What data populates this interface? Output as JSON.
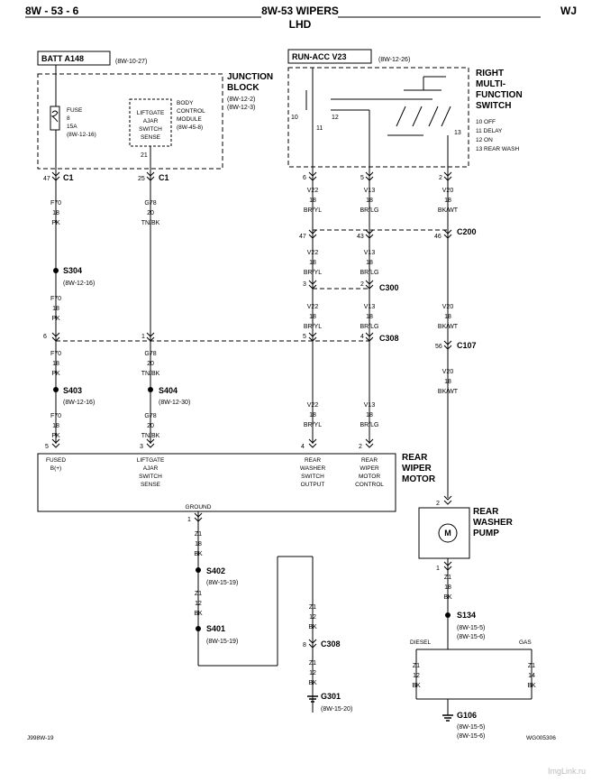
{
  "header": {
    "left": "8W - 53 - 6",
    "center": "8W-53 WIPERS",
    "center_sub": "LHD",
    "right": "WJ"
  },
  "sources": {
    "batt": {
      "label": "BATT A148",
      "ref": "(8W-10-27)"
    },
    "run_acc": {
      "label": "RUN-ACC V23",
      "ref": "(8W-12-26)"
    }
  },
  "junction_block": {
    "title1": "JUNCTION",
    "title2": "BLOCK",
    "ref1": "(8W-12-2)",
    "ref2": "(8W-12-3)",
    "fuse": [
      "FUSE",
      "8",
      "15A",
      "(8W-12-16)"
    ],
    "inner_label": [
      "LIFTGATE",
      "AJAR",
      "SWITCH",
      "SENSE"
    ],
    "bcm": [
      "BODY",
      "CONTROL",
      "MODULE",
      "(8W-45-8)"
    ],
    "pin_inner": "21"
  },
  "switch": {
    "title": [
      "RIGHT",
      "MULTI-",
      "FUNCTION",
      "SWITCH"
    ],
    "modes": [
      "10 OFF",
      "11 DELAY",
      "12 ON",
      "13 REAR WASH"
    ],
    "pins": [
      "10",
      "11",
      "12",
      "13"
    ]
  },
  "connectors": {
    "c1_a": "47",
    "c1_b": "25",
    "c1": "C1",
    "c1_right": "C1",
    "sw_pin_6": "6",
    "sw_pin_5": "5",
    "sw_pin_2": "2",
    "c200": "C200",
    "c200_47": "47",
    "c200_43": "43",
    "c200_46": "46",
    "c300": "C300",
    "c300_3": "3",
    "c300_2": "2",
    "c308": "C308",
    "c308_6": "6",
    "c308_1": "1",
    "c308_5": "5",
    "c308_4": "4",
    "c107": "C107",
    "c107_56": "56",
    "motor_5": "5",
    "motor_3": "3",
    "motor_4": "4",
    "motor_2": "2",
    "motor_gnd_pin": "1",
    "c308_low": "C308",
    "c308_low_pin": "8",
    "pump_2": "2",
    "pump_1": "1"
  },
  "wires": {
    "f70": [
      "F70",
      "18",
      "PK"
    ],
    "g78": [
      "G78",
      "20",
      "TN/BK"
    ],
    "v22": [
      "V22",
      "18",
      "BR/YL"
    ],
    "v13": [
      "V13",
      "18",
      "BR/LG"
    ],
    "v20": [
      "V20",
      "18",
      "BK/WT"
    ],
    "z1_18": [
      "Z1",
      "18",
      "BK"
    ],
    "z1_12": [
      "Z1",
      "12",
      "BK"
    ],
    "z1_14": [
      "Z1",
      "14",
      "BK"
    ]
  },
  "splices": {
    "s304": {
      "label": "S304",
      "ref": "(8W-12-16)"
    },
    "s403": {
      "label": "S403",
      "ref": "(8W-12-16)"
    },
    "s404": {
      "label": "S404",
      "ref": "(8W-12-30)"
    },
    "s402": {
      "label": "S402",
      "ref": "(8W-15-19)"
    },
    "s401": {
      "label": "S401",
      "ref": "(8W-15-19)"
    },
    "s134": {
      "label": "S134",
      "ref1": "(8W-15-5)",
      "ref2": "(8W-15-6)"
    }
  },
  "motor": {
    "title": [
      "REAR",
      "WIPER",
      "MOTOR"
    ],
    "fused": [
      "FUSED",
      "B(+)"
    ],
    "liftgate": [
      "LIFTGATE",
      "AJAR",
      "SWITCH",
      "SENSE"
    ],
    "washer": [
      "REAR",
      "WASHER",
      "SWITCH",
      "OUTPUT"
    ],
    "control": [
      "REAR",
      "WIPER",
      "MOTOR",
      "CONTROL"
    ],
    "ground": "GROUND"
  },
  "pump": {
    "title": [
      "REAR",
      "WASHER",
      "PUMP"
    ],
    "symbol": "M"
  },
  "grounds": {
    "g301": {
      "label": "G301",
      "ref": "(8W-15-20)"
    },
    "g106": {
      "label": "G106",
      "ref1": "(8W-15-5)",
      "ref2": "(8W-15-6)"
    }
  },
  "branches": {
    "diesel": "DIESEL",
    "gas": "GAS"
  },
  "footer": {
    "left": "J998W-19",
    "right": "WG005306"
  },
  "watermark": "ImgLink.ru"
}
